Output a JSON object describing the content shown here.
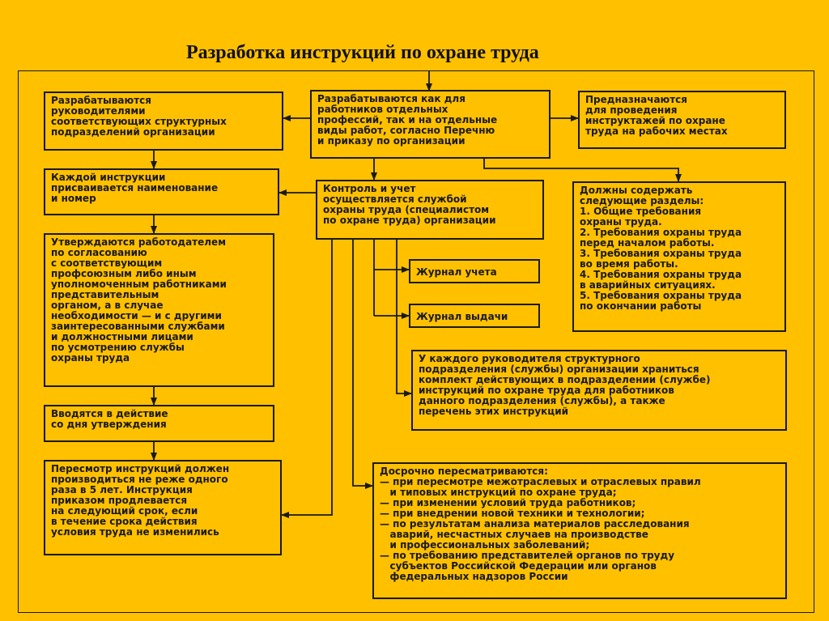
{
  "title": "Разработка инструкций по охране труда",
  "boxes": {
    "developed_by_heads": [
      "Разрабатываются",
      "руководителями",
      "соответствующих структурных",
      "подразделений организации"
    ],
    "developed_for_professions": [
      "Разрабатываются как для",
      "работников отдельных",
      "профессий, так и на отдельные",
      "виды работ, согласно Перечню",
      "и приказу по организации"
    ],
    "intended_for_briefings": [
      "Предназначаются",
      "для проведения",
      "инструктажей по охране",
      "труда на рабочих местах"
    ],
    "name_and_number": [
      "Каждой инструкции",
      "присваивается наименование",
      "и номер"
    ],
    "control_and_record": [
      "Контроль и учет",
      "осуществляется службой",
      "охраны труда (специалистом",
      "по охране труда) организации"
    ],
    "required_sections": [
      "Должны содержать",
      "следующие разделы:",
      "1. Общие требования",
      "охраны труда.",
      "2. Требования охраны труда",
      "перед началом работы.",
      "3. Требования охраны труда",
      "во время работы.",
      "4. Требования охраны труда",
      "в аварийных ситуациях.",
      "5. Требования охраны труда",
      "по окончании работы"
    ],
    "approved_by_employer": [
      "Утверждаются работодателем",
      "по согласованию",
      "с соответствующим",
      "профсоюзным либо иным",
      "уполномоченным работниками",
      "представительным",
      "органом, а в случае",
      "необходимости — и с другими",
      "заинтересованными службами",
      "и должностными лицами",
      "по усмотрению службы",
      "охраны труда"
    ],
    "registry_log": [
      "Журнал учета"
    ],
    "issue_log": [
      "Журнал выдачи"
    ],
    "kept_by_each_head": [
      "У каждого руководителя структурного",
      "подразделения (службы) организации храниться",
      "комплект действующих в подразделении (службе)",
      "инструкций по охране труда для работников",
      "данного подразделения (службы), а также",
      "перечень этих инструкций"
    ],
    "effective_from_approval": [
      "Вводятся в действие",
      "со дня утверждения"
    ],
    "revision_period": [
      "Пересмотр инструкций должен",
      "производиться не реже одного",
      "раза в 5 лет. Инструкция",
      "приказом продлевается",
      "на следующий срок, если",
      "в течение срока действия",
      "условия труда не изменились"
    ],
    "early_revision": [
      "Досрочно пересматриваются:",
      "— при пересмотре межотраслевых и отраслевых правил",
      "   и типовых инструкций по охране труда;",
      "— при изменении условий труда работников;",
      "— при внедрении новой техники и технологии;",
      "— по результатам анализа материалов расследования",
      "   аварий, несчастных случаев на производстве",
      "   и профессиональных заболеваний;",
      "— по требованию представителей органов по труду",
      "   субъектов Российской Федерации или органов",
      "   федеральных надзоров России"
    ]
  }
}
